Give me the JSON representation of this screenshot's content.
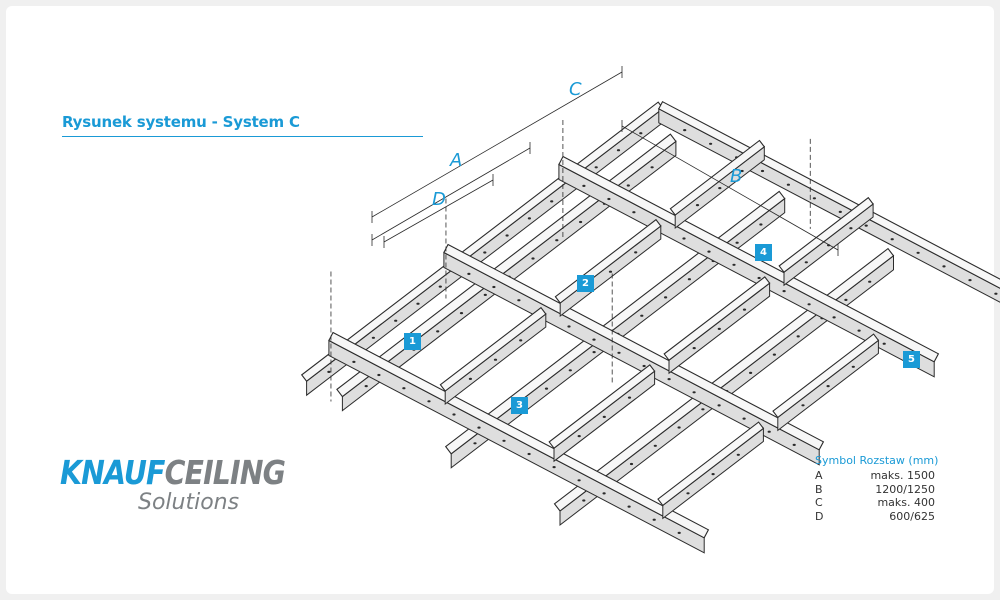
{
  "title": "Rysunek systemu - System C",
  "dimensions": [
    "A",
    "B",
    "C",
    "D"
  ],
  "callouts": [
    "1",
    "2",
    "3",
    "4",
    "5"
  ],
  "logo": {
    "brand": "KNAUF",
    "product": "CEILING",
    "sub": "Solutions"
  },
  "legend": {
    "header_symbol": "Symbol",
    "header_spacing": "Rozstaw (mm)",
    "rows": [
      {
        "symbol": "A",
        "value": "maks. 1500"
      },
      {
        "symbol": "B",
        "value": "1200/1250"
      },
      {
        "symbol": "C",
        "value": "maks. 400"
      },
      {
        "symbol": "D",
        "value": "600/625"
      }
    ]
  },
  "colors": {
    "accent": "#1a9ad6",
    "grey": "#7d8184",
    "line": "#2b2b2b"
  }
}
